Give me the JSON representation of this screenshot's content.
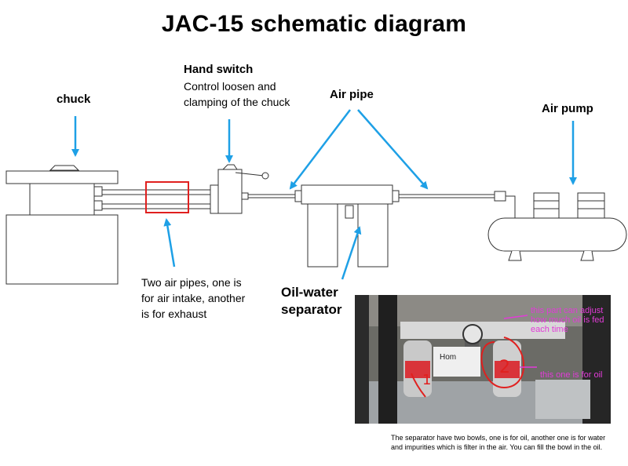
{
  "title": "JAC-15 schematic diagram",
  "labels": {
    "chuck": "chuck",
    "hand_switch_title": "Hand switch",
    "hand_switch_desc": "Control loosen and clamping of the chuck",
    "air_pipe": "Air pipe",
    "air_pump": "Air pump",
    "two_pipes": "Two air pipes, one is for air intake, another is for exhaust",
    "oil_water_separator": "Oil-water separator"
  },
  "photo": {
    "annotation_adjust": "this part can adjust how much oil is fed each time",
    "annotation_oil": "this one is for oil",
    "handwritten_1": "1",
    "handwritten_2": "2",
    "brand_text": "Hom"
  },
  "caption": "The separator have two bowls, one is for oil, another one is for water and impurities which is filter in the air. You can fill the bowl in the oil.",
  "colors": {
    "arrow": "#1ea0e6",
    "highlight_box": "#e0201f",
    "annotation": "#e23bd8",
    "handwriting": "#e0201f"
  }
}
